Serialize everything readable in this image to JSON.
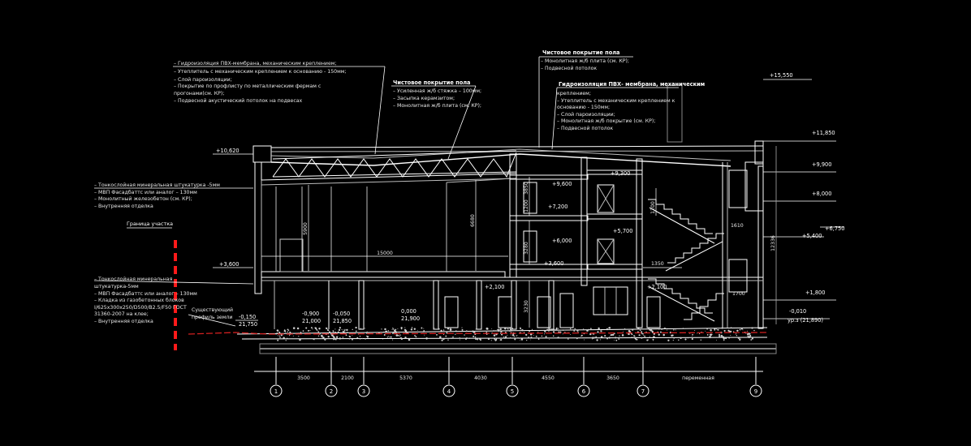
{
  "notes": {
    "roof_left": [
      "– Гидроизоляция ПВХ-мембрана, механическим креплением;",
      "– Утеплитель с механическим креплением к основанию - 150мм;",
      "– Слой пароизоляции;",
      "– Покрытие по профлисту по металлическим фермам с",
      "прогонами(см. КР);",
      "– Подвесной акустический потолок на подвесах"
    ],
    "floor_finish_mid_title": "Чистовое покрытие пола",
    "floor_finish_mid": [
      "– Усиленная ж/б стяжка – 100мм;",
      "– Засыпка керамзитом;",
      "– Монолитная ж/б плита (см. КР);"
    ],
    "floor_finish_top_title": "Чистовое покрытие пола",
    "floor_finish_top": [
      "– Монолитная ж/б плита (см. КР);",
      "– Подвесной потолок"
    ],
    "roof_right_title": "Гидроизоляция ПВХ- мембрана, механическим",
    "roof_right": [
      "креплением;",
      "– Утеплитель с механическим креплением к",
      "основанию - 150мм;",
      "– Слой пароизоляции;",
      "– Монолитная ж/б покрытие (см. КР);",
      "– Подвесной потолок"
    ],
    "wall_upper": [
      "– Тонкослойная минеральная штукатурка -5мм",
      "– МВП Фасадбаттс или аналог – 130мм",
      "– Монолитный железобетон (см. КР);",
      "– Внутренняя отделка"
    ],
    "wall_lower": [
      "– Тонкослойная минеральная",
      "штукатурка-5мм",
      "– МВП Фасадбаттс или аналог – 130мм",
      "– Кладка из газобетонных блоков",
      "I/625x300x250/D500/B2.5/F50 ГОСТ",
      "31360-2007 на клее;",
      "– Внутренняя отделка"
    ]
  },
  "labels": {
    "boundary": "Граница участка",
    "ground_profile": [
      "Существующий",
      "профиль земли"
    ]
  },
  "elevations": [
    {
      "id": "left-10620",
      "text": "+10,620"
    },
    {
      "id": "left-3600",
      "text": "+3,600"
    },
    {
      "id": "left-0150",
      "text": "-0,150"
    },
    {
      "id": "r-15550",
      "text": "+15,550"
    },
    {
      "id": "r-11850",
      "text": "+11,850"
    },
    {
      "id": "r-9900",
      "text": "+9,900"
    },
    {
      "id": "r-8000",
      "text": "+8,000"
    },
    {
      "id": "r-6750",
      "text": "+6,750"
    },
    {
      "id": "r-5400",
      "text": "+5,400"
    },
    {
      "id": "r-1800",
      "text": "+1,800"
    },
    {
      "id": "r-0010",
      "text": "-0,010"
    },
    {
      "id": "in-9600",
      "text": "+9,600"
    },
    {
      "id": "in-9300",
      "text": "+9,300"
    },
    {
      "id": "in-7200",
      "text": "+7,200"
    },
    {
      "id": "in-6000",
      "text": "+6,000"
    },
    {
      "id": "in-5700",
      "text": "+5,700"
    },
    {
      "id": "in-3600",
      "text": "+3,600"
    },
    {
      "id": "in-2100a",
      "text": "+2,100"
    },
    {
      "id": "in-2100b",
      "text": "+2,100"
    },
    {
      "id": "fl-0900",
      "text": "-0,900"
    },
    {
      "id": "fl-0050",
      "text": "-0,050"
    },
    {
      "id": "fl-0000",
      "text": "0,000"
    }
  ],
  "absolute_marks": [
    {
      "id": "abs-21750",
      "text": "21,750"
    },
    {
      "id": "abs-21000",
      "text": "21,000"
    },
    {
      "id": "abs-21850",
      "text": "21,850"
    },
    {
      "id": "abs-21900",
      "text": "21,900"
    },
    {
      "id": "abs-r",
      "text": "ур.з (21,890)"
    }
  ],
  "dimensions": [
    {
      "id": "d-15000",
      "text": "15000"
    },
    {
      "id": "d-5900",
      "text": "5900"
    },
    {
      "id": "d-6680",
      "text": "6680"
    },
    {
      "id": "d-3850",
      "text": "3850"
    },
    {
      "id": "d-1200a",
      "text": "1200"
    },
    {
      "id": "d-3280",
      "text": "3280"
    },
    {
      "id": "d-3230",
      "text": "3230"
    },
    {
      "id": "d-1200b",
      "text": "1200"
    },
    {
      "id": "d-1350",
      "text": "1350"
    },
    {
      "id": "d-1610",
      "text": "1610"
    },
    {
      "id": "d-12336",
      "text": "12336"
    },
    {
      "id": "d-1700",
      "text": "1700"
    }
  ],
  "axis_spacings": [
    {
      "id": "s-3500",
      "text": "3500"
    },
    {
      "id": "s-2100",
      "text": "2100"
    },
    {
      "id": "s-5370",
      "text": "5370"
    },
    {
      "id": "s-4030",
      "text": "4030"
    },
    {
      "id": "s-4550",
      "text": "4550"
    },
    {
      "id": "s-3650",
      "text": "3650"
    },
    {
      "id": "s-var",
      "text": "переменная"
    }
  ],
  "axes": [
    "1",
    "2",
    "3",
    "4",
    "5",
    "6",
    "7",
    "9"
  ],
  "colors": {
    "background": "#000000",
    "line": "#ffffff",
    "grey": "#9a9a9a",
    "boundary": "#ff1a1a",
    "ground": "#d22020"
  }
}
